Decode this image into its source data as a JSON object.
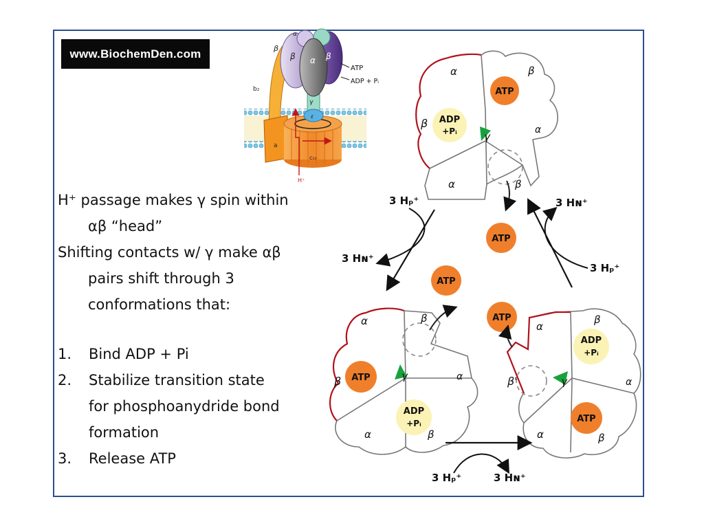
{
  "watermark": "www.BiochemDen.com",
  "text": {
    "line1": "H⁺ passage makes γ spin within",
    "line1b": "αβ “head”",
    "line2": "Shifting contacts w/ γ make αβ",
    "line2b": "pairs shift through 3",
    "line2c": "conformations that:",
    "list": [
      {
        "num": "1.",
        "lines": [
          "Bind ADP + Pi"
        ]
      },
      {
        "num": "2.",
        "lines": [
          "Stabilize transition state",
          "for phosphoanydride bond",
          "formation"
        ]
      },
      {
        "num": "3.",
        "lines": [
          "Release ATP"
        ]
      }
    ]
  },
  "synthase": {
    "alpha": "α",
    "beta": "β",
    "gamma": "γ",
    "epsilon": "ε",
    "b2": "b₂",
    "a": "a",
    "c10": "c₁₀",
    "hplus": "H⁺",
    "atp": "ATP",
    "adp_pi": "ADP + Pᵢ"
  },
  "cycle": {
    "alpha": "α",
    "beta": "β",
    "beta_prime": "β'",
    "gamma": "γ",
    "atp": "ATP",
    "adp": "ADP",
    "pi": "+Pᵢ",
    "proton_p": "3 Hₚ⁺",
    "proton_n": "3 Hɴ⁺"
  },
  "colors": {
    "frame": "#2a4d8f",
    "atp_fill": "#f07f2c",
    "adp_fill": "#fbf3b5",
    "closed_outline": "#b0121b",
    "gamma_arrow": "#18a23d"
  }
}
